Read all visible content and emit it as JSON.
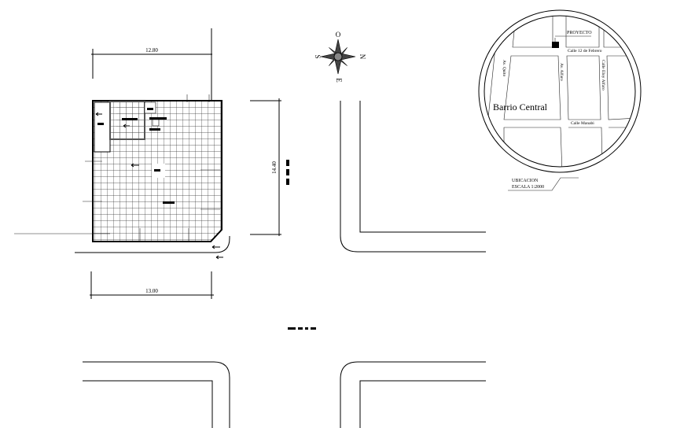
{
  "plan": {
    "dim_top": "12.80",
    "dim_bottom": "13.00",
    "dim_side": "14.40"
  },
  "compass": {
    "north": "N",
    "south": "S",
    "east": "E",
    "west": "O"
  },
  "location_map": {
    "project_label": "PROYECTO",
    "neighborhood": "Barrio Central",
    "streets": {
      "calle_12": "Calle 12 de Febrero",
      "av_quito": "Av. Quito",
      "av_alfaro": "Av. Alfaro",
      "calle_eloy": "Calle Eloy  Alfaro",
      "calle_manabi": "Calle Manabi"
    },
    "title": "UBICACION",
    "scale": "ESCALA  1:2000"
  },
  "colors": {
    "line": "#000000",
    "background": "#ffffff"
  }
}
